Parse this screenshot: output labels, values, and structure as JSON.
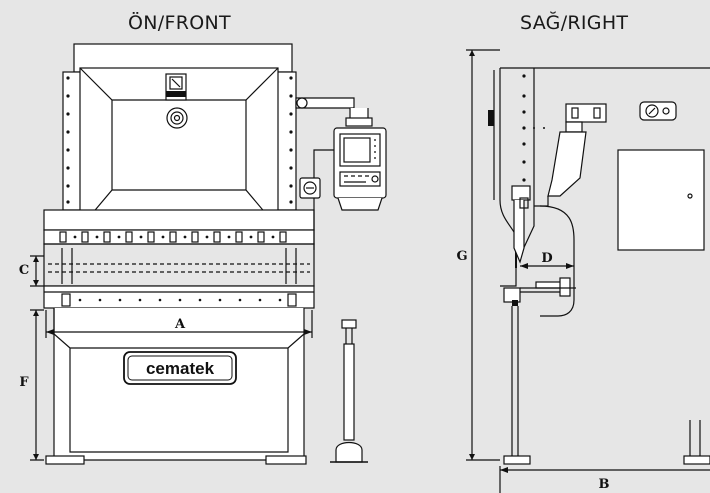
{
  "views": {
    "front_title": "ÖN/FRONT",
    "right_title": "SAĞ/RIGHT"
  },
  "brand": {
    "plate_text": "cematek",
    "badge_text": "cematek"
  },
  "dimensions": {
    "a": "A",
    "b": "B",
    "c": "C",
    "d": "D",
    "f": "F",
    "g": "G"
  },
  "colors": {
    "background": "#e6e6e6",
    "line": "#111111",
    "fill": "#ffffff"
  }
}
